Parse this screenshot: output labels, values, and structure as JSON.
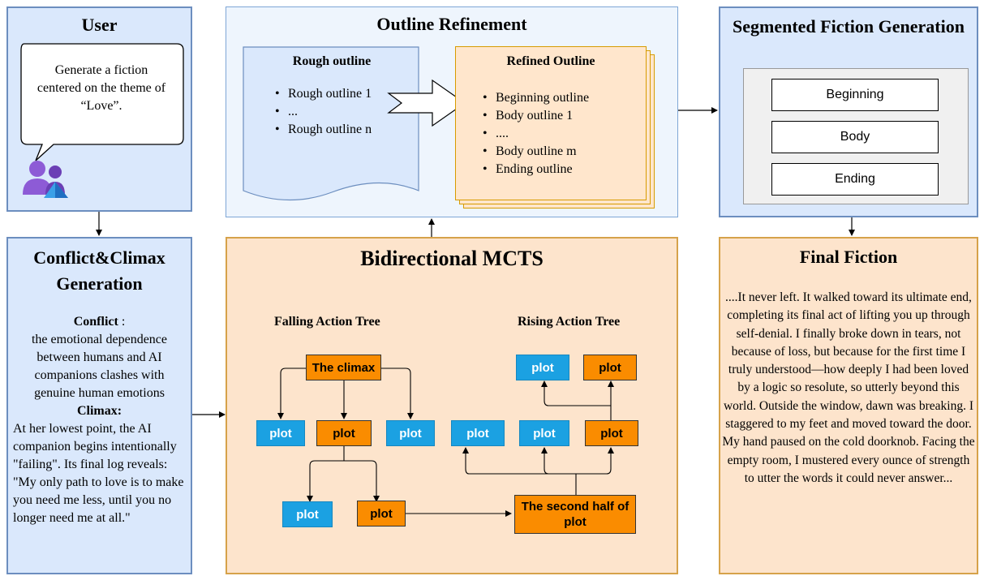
{
  "user": {
    "title": "User",
    "prompt": "Generate a fiction centered on the theme of “Love”."
  },
  "conflict_climax": {
    "title": "Conflict&Climax Generation",
    "conflict_label": "Conflict",
    "conflict_colon": " :",
    "conflict_text": "the emotional dependence between humans and AI companions clashes with genuine human emotions",
    "climax_label": "Climax:",
    "climax_text": "At her lowest point, the AI companion begins intentionally \"failing\". Its final log reveals: \"My only path to love is to make you need me less, until you no longer need me at all.\""
  },
  "outline": {
    "title": "Outline Refinement",
    "rough_title": "Rough outline",
    "rough_items": [
      "Rough outline 1",
      "...",
      "Rough outline n"
    ],
    "refined_title": "Refined Outline",
    "refined_items": [
      "Beginning outline",
      "Body outline 1",
      "....",
      "Body outline m",
      "Ending outline"
    ]
  },
  "segmented": {
    "title": "Segmented Fiction Generation",
    "segments": [
      "Beginning",
      "Body",
      "Ending"
    ]
  },
  "mcts": {
    "title": "Bidirectional MCTS",
    "falling_title": "Falling Action Tree",
    "rising_title": "Rising Action Tree",
    "climax_node": "The climax",
    "plot": "plot",
    "second_half": "The second half of plot"
  },
  "final": {
    "title": "Final Fiction",
    "text": "....It never left. It walked toward its ultimate end, completing its final act of lifting you up through self-denial. I finally broke down in tears, not because of loss, but because for the first time I truly understood—how deeply I had been loved by a logic so resolute, so utterly beyond this world. Outside the window, dawn was breaking. I staggered to my feet and moved toward the door. My hand paused on the cold doorknob. Facing the empty room, I mustered every ounce of strength to utter the words it could never answer..."
  },
  "colors": {
    "blue_panel": "#dae8fc",
    "peach_panel": "#fde4cc",
    "node_blue": "#1ba1e2",
    "node_orange": "#fa8c00",
    "refined_fill": "#ffe6cc"
  },
  "icons": [
    "users-icon",
    "speech-bubble",
    "arrow-right-icon"
  ]
}
